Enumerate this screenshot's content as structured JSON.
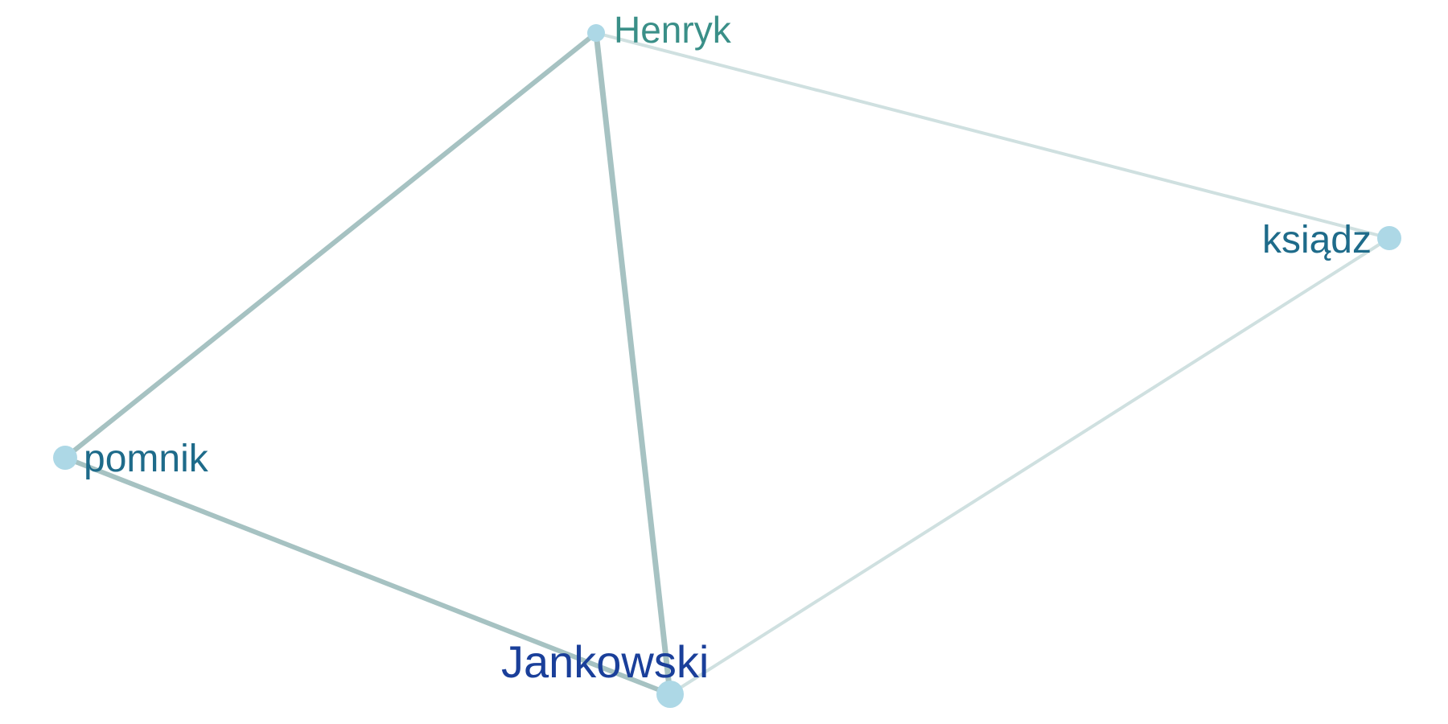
{
  "graph": {
    "nodes": [
      {
        "id": "henryk",
        "label": "Henryk",
        "color": "#add8e6",
        "label_color": "#3a8f88"
      },
      {
        "id": "ksiadz",
        "label": "ksiądz",
        "color": "#add8e6",
        "label_color": "#1e6b8a"
      },
      {
        "id": "pomnik",
        "label": "pomnik",
        "color": "#add8e6",
        "label_color": "#1e6b8a"
      },
      {
        "id": "jankowski",
        "label": "Jankowski",
        "color": "#add8e6",
        "label_color": "#1a3f9a"
      }
    ],
    "edges": [
      {
        "source": "henryk",
        "target": "pomnik",
        "color": "#a6c2c2"
      },
      {
        "source": "henryk",
        "target": "jankowski",
        "color": "#a6c2c2"
      },
      {
        "source": "henryk",
        "target": "ksiadz",
        "color": "#cfe0e0"
      },
      {
        "source": "pomnik",
        "target": "jankowski",
        "color": "#a6c2c2"
      },
      {
        "source": "ksiadz",
        "target": "jankowski",
        "color": "#cfe0e0"
      }
    ]
  }
}
